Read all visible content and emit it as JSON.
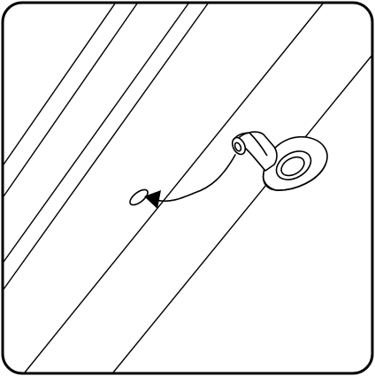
{
  "illustration": {
    "subject": "install-suction-mount-on-panel",
    "stroke_color": "#000000",
    "fill_color": "#ffffff",
    "icons": [
      "panel-glass-lines",
      "suction-cup-mount",
      "mounting-pin",
      "direction-arrow"
    ]
  }
}
